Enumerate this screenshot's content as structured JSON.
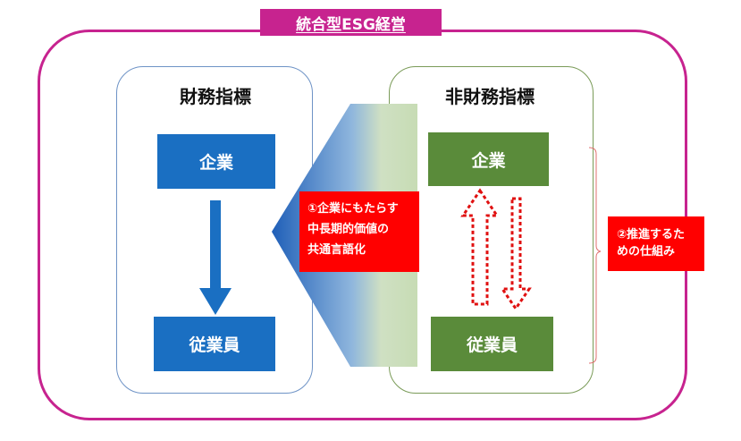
{
  "title": "統合型ESG経営",
  "left_panel": {
    "title": "財務指標",
    "top_box": "企業",
    "bottom_box": "従業員"
  },
  "right_panel": {
    "title": "非財務指標",
    "top_box": "企業",
    "bottom_box": "従業員"
  },
  "note1": {
    "lines": [
      "①企業にもたらす",
      "中長期的価値の",
      "共通言語化"
    ]
  },
  "note2": {
    "lines": [
      "②推進するた",
      "めの仕組み"
    ]
  },
  "colors": {
    "frame": "#c7238f",
    "blue": "#1a6fc2",
    "green": "#5a8b3a",
    "red": "#ff0000"
  }
}
